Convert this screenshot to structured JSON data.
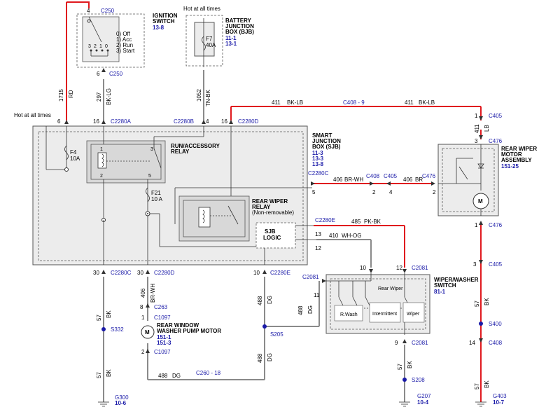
{
  "ignition_switch": {
    "title": [
      "IGNITION",
      "SWITCH"
    ],
    "ref": "13-8",
    "positions": [
      "0) Off",
      "1) Acc",
      "2) Run",
      "3) Start"
    ],
    "contacts": [
      "3",
      "2",
      "1",
      "0"
    ],
    "top_connector": "C250",
    "top_pin": "4",
    "bottom_connector": "C250",
    "bottom_pin": "6"
  },
  "battery_junction_box": {
    "hot_label": "Hot at all times",
    "title": [
      "BATTERY",
      "JUNCTION",
      "BOX (BJB)"
    ],
    "refs": [
      "11-1",
      "13-1"
    ],
    "fuse": "F7",
    "fuse_rating": "40A"
  },
  "circuits": {
    "c1715": "1715",
    "rd": "RD",
    "c297": "297",
    "bklg": "BK-LG",
    "c1052": "1052",
    "tnbk": "TN-BK",
    "c411a": "411",
    "bklb_a": "BK-LB",
    "c408_9": "C408 - 9",
    "c411b": "411",
    "bklb_b": "BK-LB",
    "c411c": "411",
    "lb": "LB",
    "c406": "406",
    "brwh": "BR-WH",
    "c406b": "406",
    "br": "BR",
    "c485": "485",
    "pkbk": "PK-BK",
    "c410": "410",
    "whog": "WH-OG",
    "c406v": "406",
    "brwh_v": "BR-WH",
    "c57a": "57",
    "bka": "BK",
    "c57b": "57",
    "bkb": "BK",
    "c488a": "488",
    "dga": "DG",
    "c488b": "488",
    "dgb": "DG",
    "c488c": "488",
    "dgc": "DG",
    "c488d": "488",
    "dgd": "DG",
    "c57c": "57",
    "bkc": "BK",
    "c57d": "57",
    "bkd": "BK",
    "c57e": "57",
    "bke": "BK"
  },
  "sjb": {
    "hot_label": "Hot at all times",
    "title": [
      "SMART",
      "JUNCTION",
      "BOX (SJB)"
    ],
    "refs": [
      "11-3",
      "13-3",
      "13-8"
    ],
    "pin_6": "6",
    "pin_16a": "16",
    "c2280a": "C2280A",
    "c2280b": "C2280B",
    "pin_4": "4",
    "pin_16d": "16",
    "c2280d": "C2280D",
    "fuse_f4": "F4",
    "fuse_f4_rating": "10A",
    "run_relay": [
      "RUN/ACCESSORY",
      "RELAY"
    ],
    "relay_pins": [
      "1",
      "3",
      "2",
      "5"
    ],
    "fuse_f21": "F21",
    "fuse_f21_rating": "10 A",
    "rear_wiper_relay": [
      "REAR WIPER",
      "RELAY",
      "(Non-removable)"
    ],
    "sjb_logic": [
      "SJB",
      "LOGIC"
    ],
    "c2280c": "C2280C",
    "pin_5": "5",
    "c2280e": "C2280E",
    "pin_13": "13",
    "pin_12": "12",
    "bot_30a": "30",
    "bot_c2280c": "C2280C",
    "bot_30b": "30",
    "bot_c2280d": "C2280D",
    "bot_10": "10",
    "bot_c2280e": "C2280E"
  },
  "connectors": {
    "c408": "C408",
    "c408_pin": "2",
    "c405": "C405",
    "c405_pin": "4",
    "c476": "C476",
    "c476_pin": "2",
    "c405_top": "C405",
    "c405_top_pin": "1",
    "c476_top": "C476",
    "c476_top_pin": "3",
    "c476_bot": "C476",
    "c476_bot_pin": "1",
    "c405_bot": "C405",
    "c405_bot_pin": "3",
    "c408_bot": "C408",
    "c408_bot_pin": "14",
    "c263": "C263",
    "c263_pin": "8",
    "c1097a": "C1097",
    "c1097a_pin": "1",
    "c1097b": "C1097",
    "c1097b_pin": "2",
    "c260": "C260 - 18",
    "c2081_10": "10",
    "c2081_12": "12",
    "c2081_top": "C2081",
    "c2081_left": "C2081",
    "c2081_11": "11",
    "c2081_9": "9",
    "c2081_bot": "C2081"
  },
  "rear_wiper_motor": {
    "title": [
      "REAR WIPER",
      "MOTOR",
      "ASSEMBLY"
    ],
    "ref": "151-25",
    "motor": "M"
  },
  "washer_pump": {
    "title": [
      "REAR WINDOW",
      "WASHER PUMP MOTOR"
    ],
    "refs": [
      "151-1",
      "151-3"
    ],
    "motor": "M"
  },
  "wiper_switch": {
    "title": [
      "WIPER/WASHER",
      "SWITCH"
    ],
    "ref": "81-1",
    "rear_wiper": "Rear Wiper",
    "rwash": "R.Wash",
    "intermittent": "Intermittent",
    "wiper": "Wiper"
  },
  "splices": {
    "s332": "S332",
    "s205": "S205",
    "s400": "S400",
    "s208": "S208"
  },
  "grounds": {
    "g300": "G300",
    "g300_ref": "10-6",
    "g207": "G207",
    "g207_ref": "10-4",
    "g403": "G403",
    "g403_ref": "10-7"
  }
}
